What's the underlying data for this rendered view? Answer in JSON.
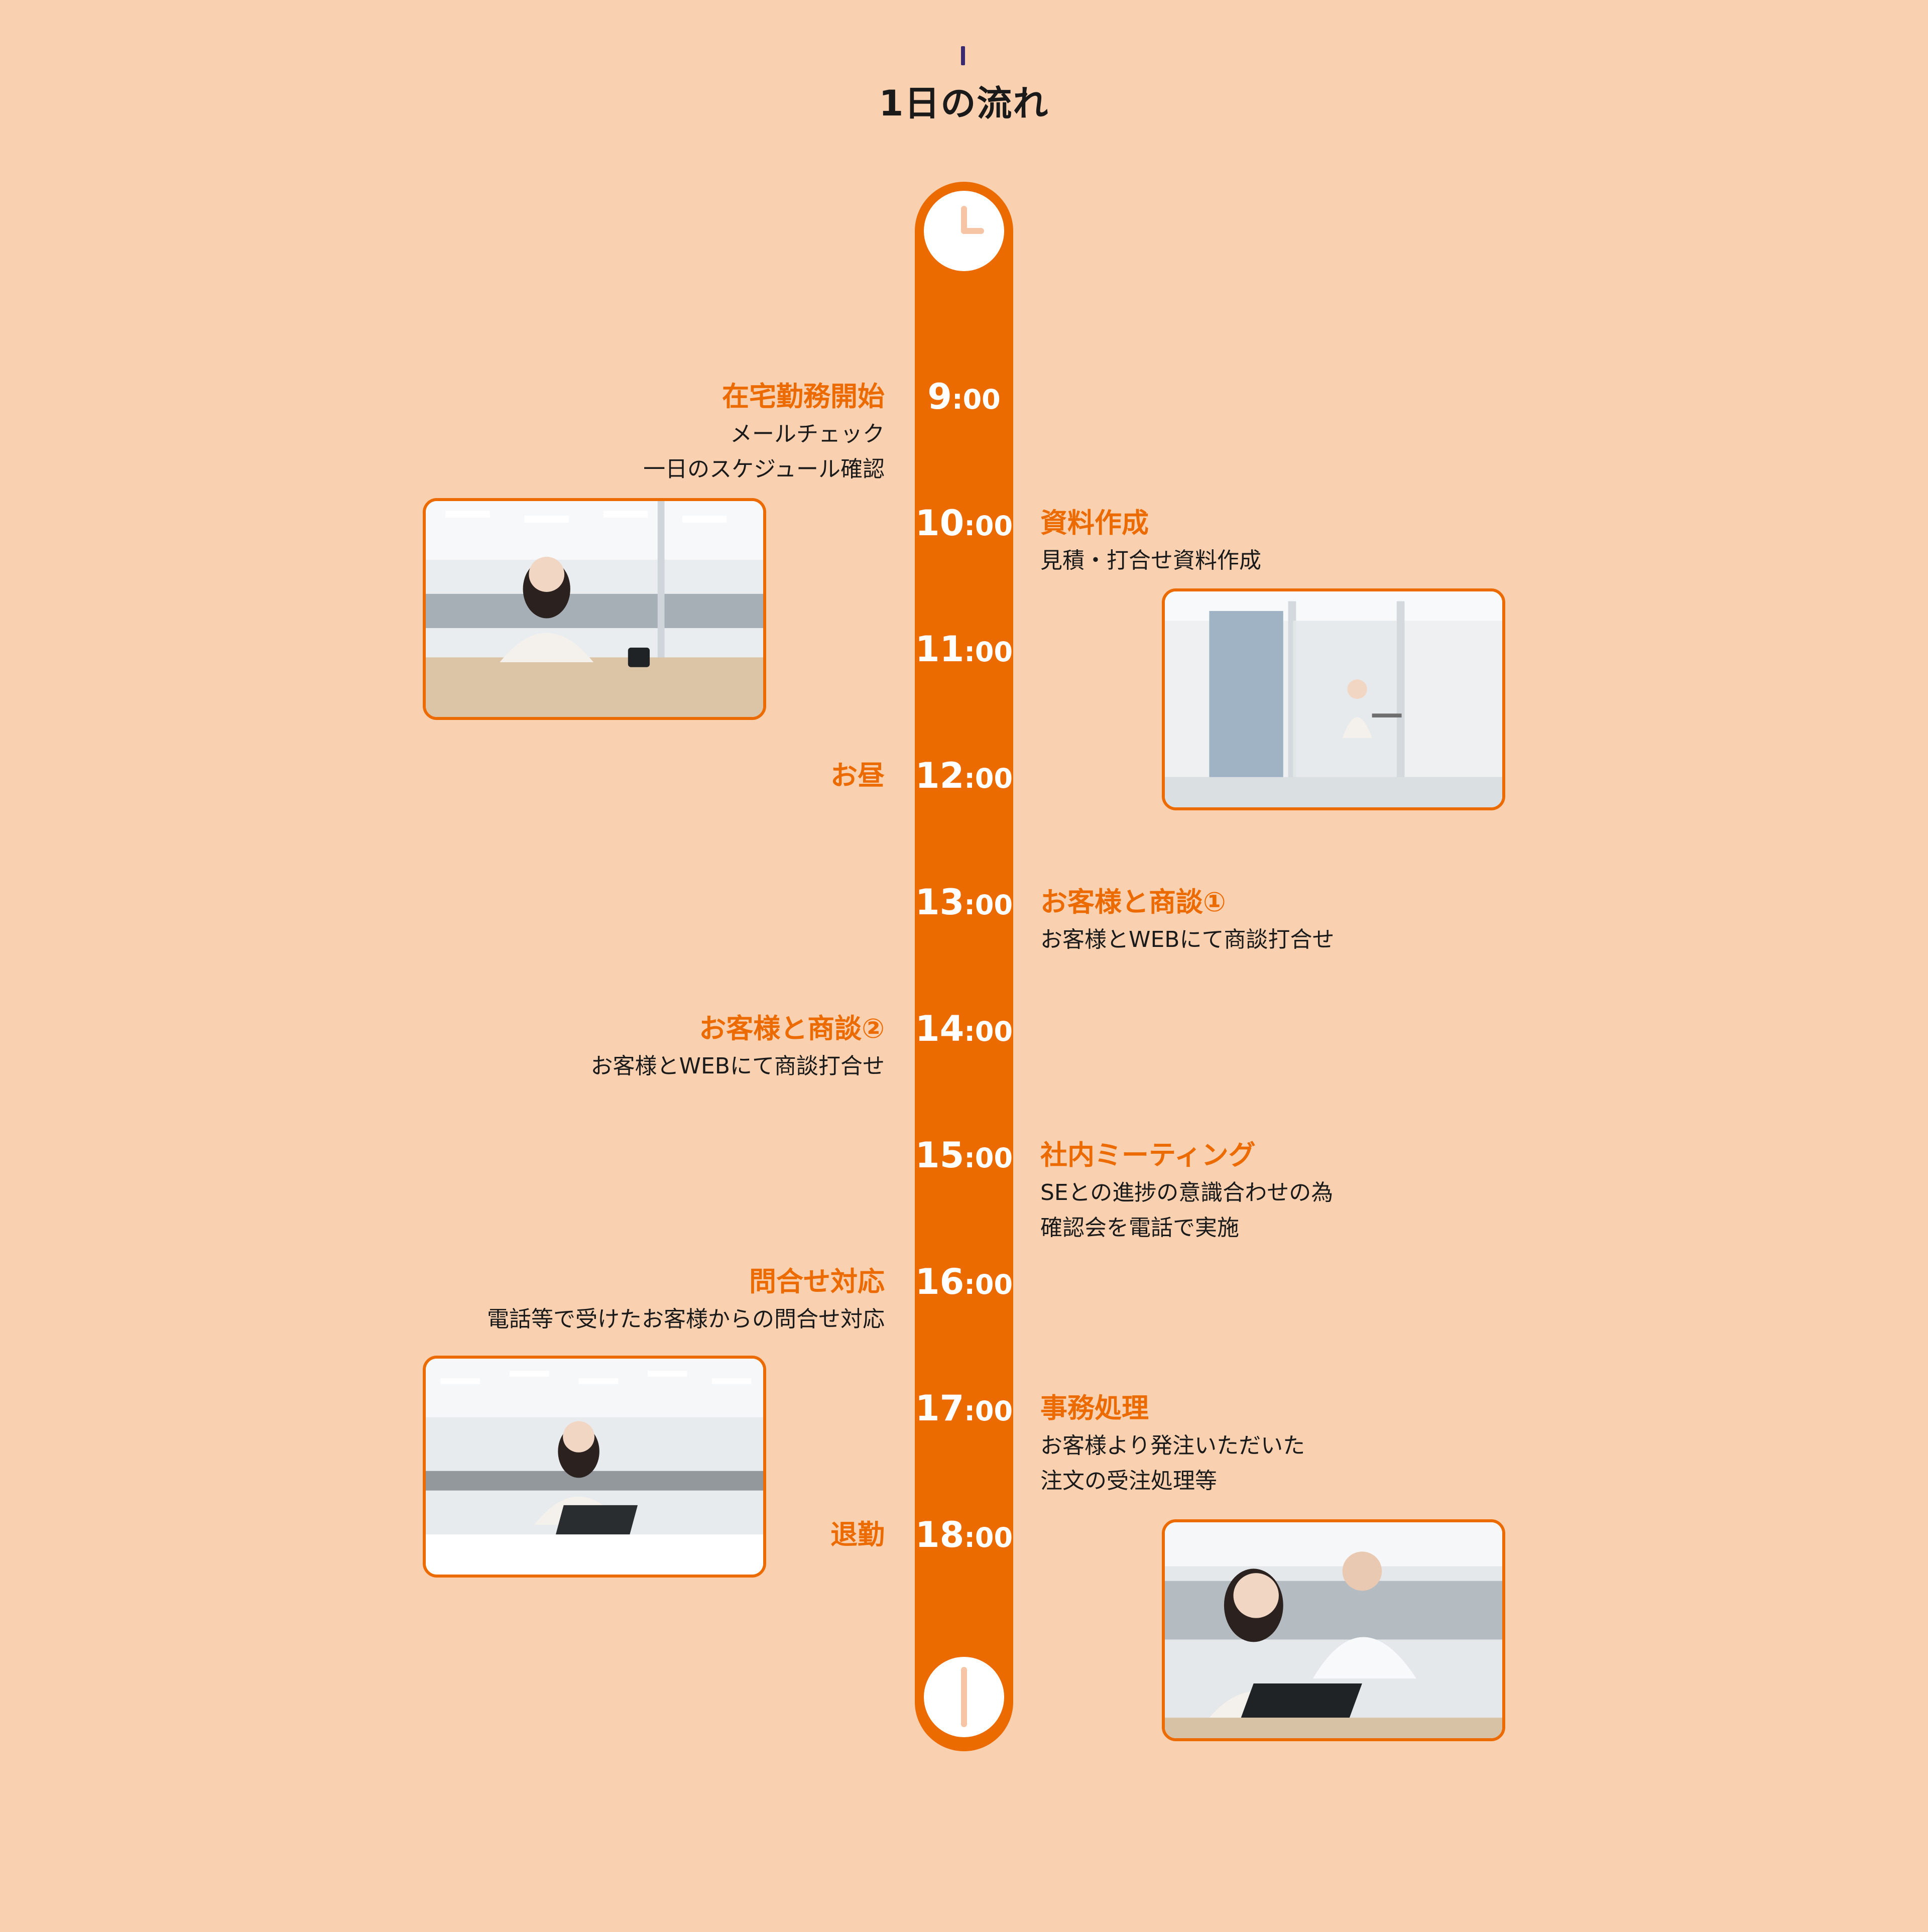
{
  "header": {
    "title": "1日の流れ"
  },
  "timeline": {
    "times": [
      {
        "hour": "9",
        "min": ":00"
      },
      {
        "hour": "10",
        "min": ":00"
      },
      {
        "hour": "11",
        "min": ":00"
      },
      {
        "hour": "12",
        "min": ":00"
      },
      {
        "hour": "13",
        "min": ":00"
      },
      {
        "hour": "14",
        "min": ":00"
      },
      {
        "hour": "15",
        "min": ":00"
      },
      {
        "hour": "16",
        "min": ":00"
      },
      {
        "hour": "17",
        "min": ":00"
      },
      {
        "hour": "18",
        "min": ":00"
      }
    ],
    "events": [
      {
        "title": "在宅勤務開始",
        "lines": [
          "メールチェック",
          "一日のスケジュール確認"
        ]
      },
      {
        "title": "資料作成",
        "lines": [
          "見積・打合せ資料作成"
        ]
      },
      {
        "title": "お昼",
        "lines": []
      },
      {
        "title": "お客様と商談①",
        "lines": [
          "お客様とWEBにて商談打合せ"
        ]
      },
      {
        "title": "お客様と商談②",
        "lines": [
          "お客様とWEBにて商談打合せ"
        ]
      },
      {
        "title": "社内ミーティング",
        "lines": [
          "SEとの進捗の意識合わせの為",
          "確認会を電話で実施"
        ]
      },
      {
        "title": "問合せ対応",
        "lines": [
          "電話等で受けたお客様からの問合せ対応"
        ]
      },
      {
        "title": "事務処理",
        "lines": [
          "お客様より発注いただいた",
          "注文の受注処理等"
        ]
      },
      {
        "title": "退勤",
        "lines": []
      }
    ]
  },
  "icons": {
    "clock_top": "clock-icon",
    "clock_bottom": "clock-icon"
  },
  "colors": {
    "background": "#fad1b0",
    "accent": "#ec6b00",
    "text": "#1a1a1a"
  }
}
